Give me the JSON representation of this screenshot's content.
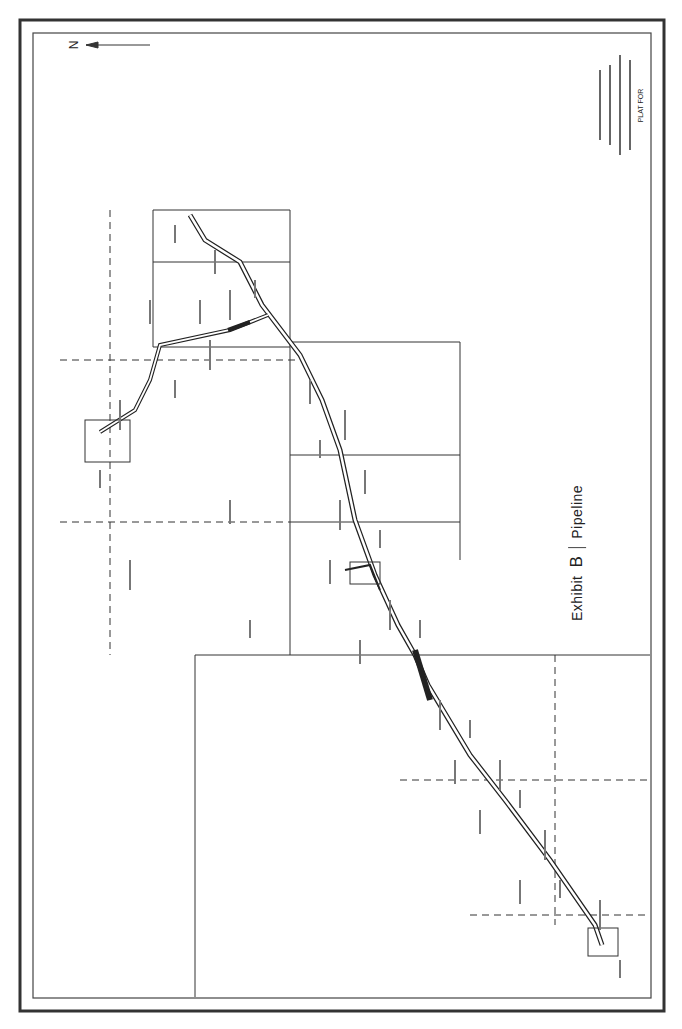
{
  "diagram": {
    "labels": [
      "Exhibit",
      "B",
      "Pipeline",
      "N",
      "PLAT FOR"
    ]
  }
}
